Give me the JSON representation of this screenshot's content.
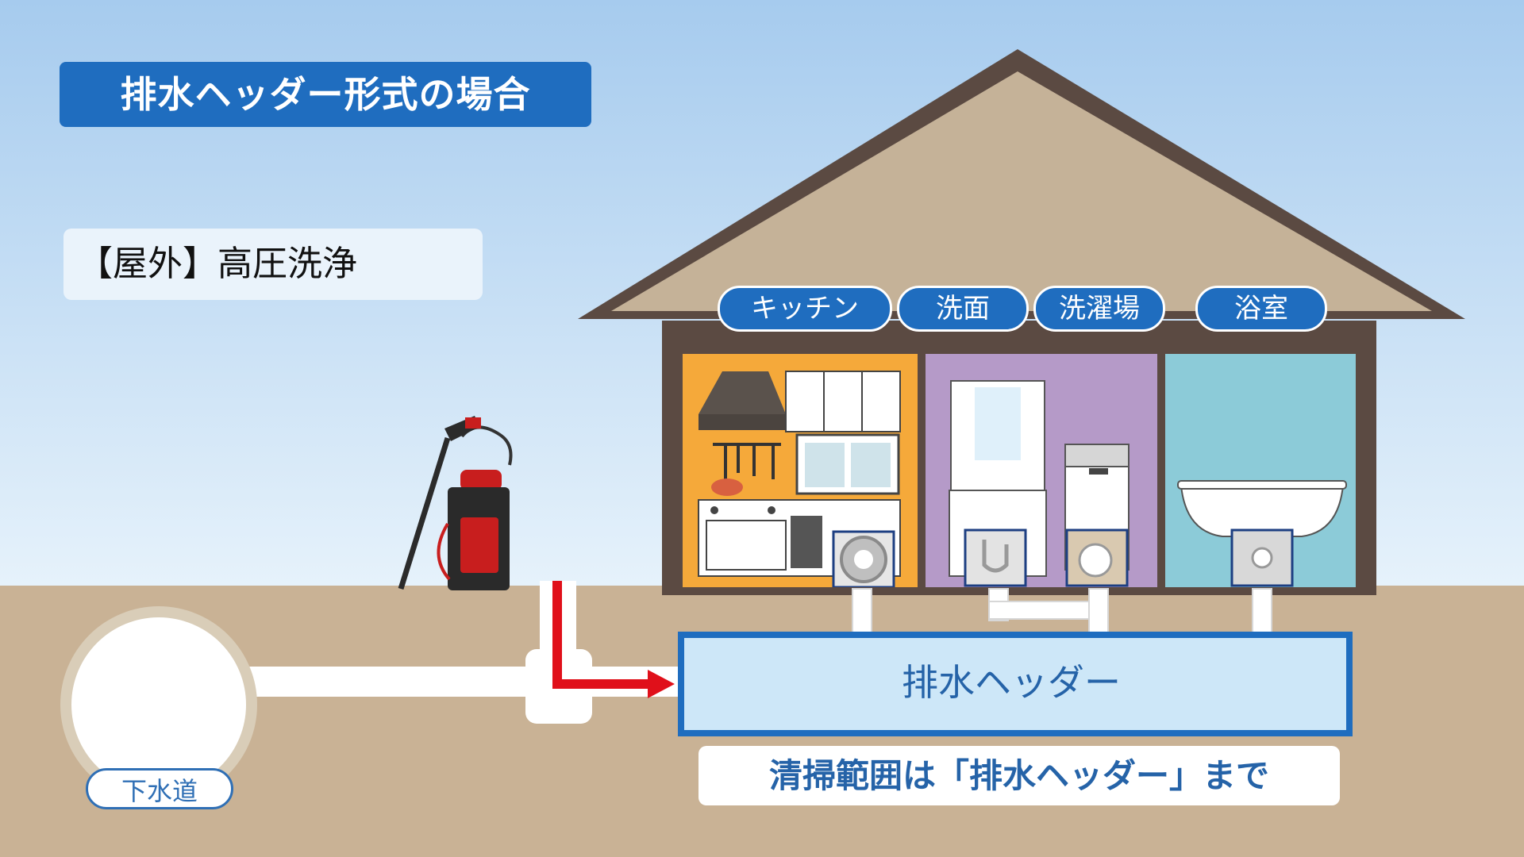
{
  "title": "排水ヘッダー形式の場合",
  "method_label": "【屋外】高圧洗浄",
  "rooms": [
    {
      "label": "キッチン"
    },
    {
      "label": "洗面"
    },
    {
      "label": "洗濯場"
    },
    {
      "label": "浴室"
    }
  ],
  "drain_header_label": "排水ヘッダー",
  "cleaning_scope": "清掃範囲は「排水ヘッダー」まで",
  "sewer_label": "下水道",
  "colors": {
    "sky_top": "#a9cdef",
    "sky_bottom": "#e8f3fb",
    "ground": "#c9b295",
    "roof": "#c5b298",
    "house_outline": "#5b4a42",
    "kitchen_bg": "#f5a93a",
    "washroom_bg": "#b59ac8",
    "bath_bg": "#8ccbd8",
    "accent_blue": "#1f6dbf",
    "header_fill": "#cde7f8",
    "flow_arrow": "#e0101a"
  }
}
